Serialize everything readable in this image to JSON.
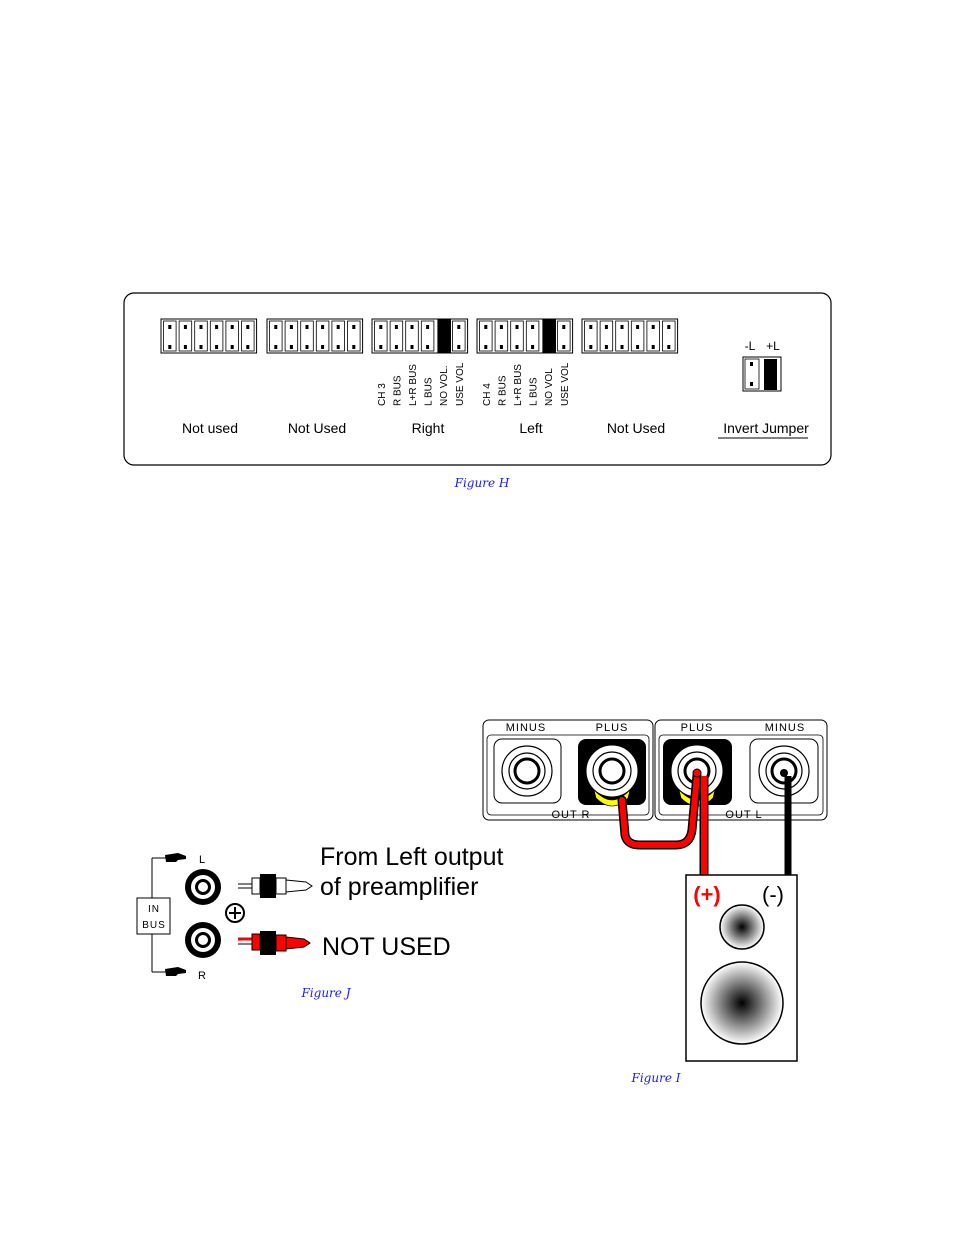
{
  "figure_h": {
    "caption": "Figure H",
    "groups": [
      {
        "label": "Not used"
      },
      {
        "label": "Not Used"
      },
      {
        "label": "Right",
        "rows": [
          "CH 3",
          "R BUS",
          "L+R BUS",
          "L BUS",
          "NO VOL.",
          "USE VOL"
        ]
      },
      {
        "label": "Left",
        "rows": [
          "CH 4",
          "R BUS",
          "L+R BUS",
          "L BUS",
          "NO VOL",
          "USE VOL"
        ]
      },
      {
        "label": "Not Used"
      },
      {
        "label": "Invert Jumper"
      }
    ],
    "invert": {
      "minus_label": "-L",
      "plus_label": "+L"
    }
  },
  "figure_i": {
    "caption": "Figure I",
    "terminals": {
      "minus_left": "MINUS",
      "plus_left": "PLUS",
      "plus_right": "PLUS",
      "minus_right": "MINUS"
    },
    "out_r": "OUT  R",
    "out_l": "OUT  L",
    "speaker_plus": "(+)",
    "speaker_minus": "(-)",
    "colors": {
      "positive_wire": "#ff0000",
      "negative_wire": "#000000",
      "lug": "#ffff00"
    }
  },
  "figure_j": {
    "caption": "Figure J",
    "in_bus": [
      "IN",
      "BUS"
    ],
    "l_label": "L",
    "r_label": "R",
    "plug_r_letter": "R",
    "from_left_line1": "From Left output",
    "from_left_line2": "of preamplifier",
    "not_used": "NOT USED"
  }
}
